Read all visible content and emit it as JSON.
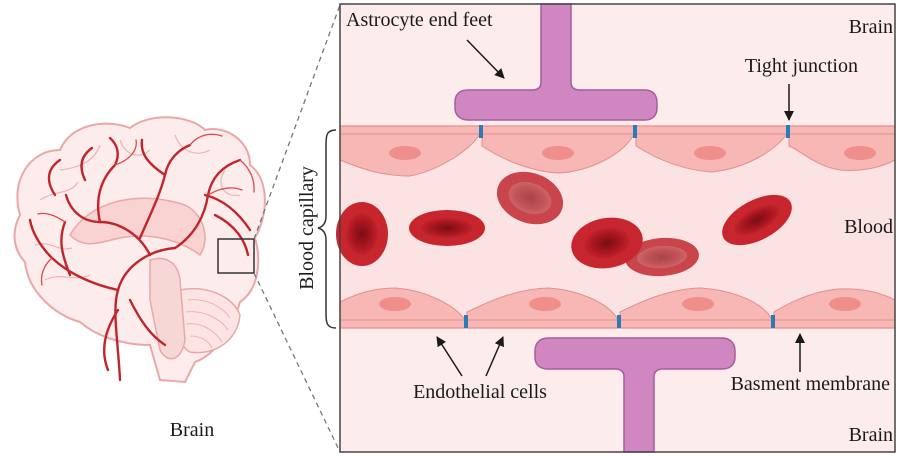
{
  "labels": {
    "astrocyte_end_feet": "Astrocyte end feet",
    "brain_top": "Brain",
    "tight_junction": "Tight junction",
    "blood_capillary": "Blood capillary",
    "blood": "Blood",
    "endothelial_cells": "Endothelial cells",
    "basement_membrane": "Basment membrane",
    "brain_bottom": "Brain",
    "brain_figure": "Brain"
  },
  "colors": {
    "brain_tissue": "#fdecec",
    "blood_plasma": "#fbe3e3",
    "endothelium": "#f7b7b5",
    "endothelium_edge": "#e58f8c",
    "nucleus": "#f08e8c",
    "tight_junction": "#2b7bb9",
    "astrocyte": "#cf86c1",
    "astrocyte_edge": "#a95c9a",
    "rbc_dark": "#b8202a",
    "rbc_light": "#c9454b",
    "brain_outline": "#e9a8a8",
    "vessel": "#c0262b"
  },
  "icons": [
    "brain-illustration",
    "zoom-box",
    "red-blood-cell",
    "astrocyte-foot",
    "arrow"
  ]
}
